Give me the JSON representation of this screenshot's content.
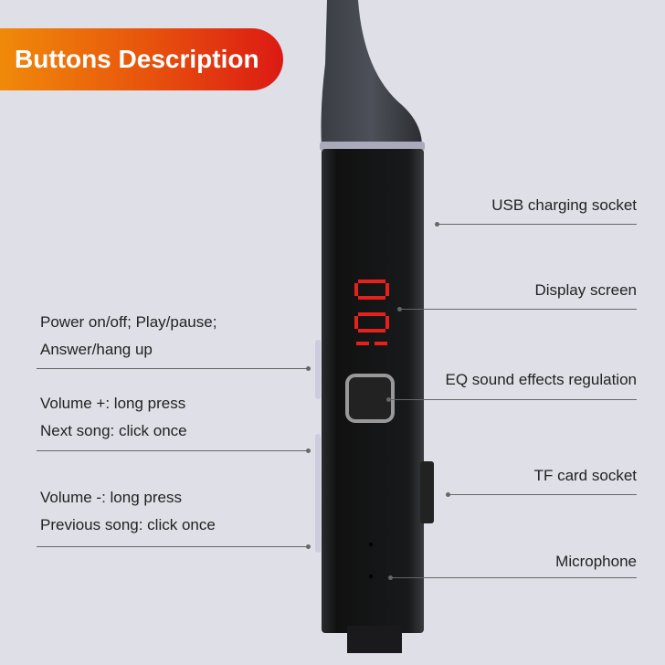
{
  "title": "Buttons Description",
  "right_labels": [
    "USB charging socket",
    "Display screen",
    "EQ sound effects regulation",
    "TF card socket",
    "Microphone"
  ],
  "left_labels": [
    [
      "Power on/off; Play/pause;",
      "Answer/hang up"
    ],
    [
      "Volume +: long press",
      "Next song: click once"
    ],
    [
      "Volume -: long press",
      "Previous song: click once"
    ]
  ],
  "colors": {
    "accent_start": "#f08a0a",
    "accent_end": "#dc1a14",
    "display": "#e8201c"
  }
}
